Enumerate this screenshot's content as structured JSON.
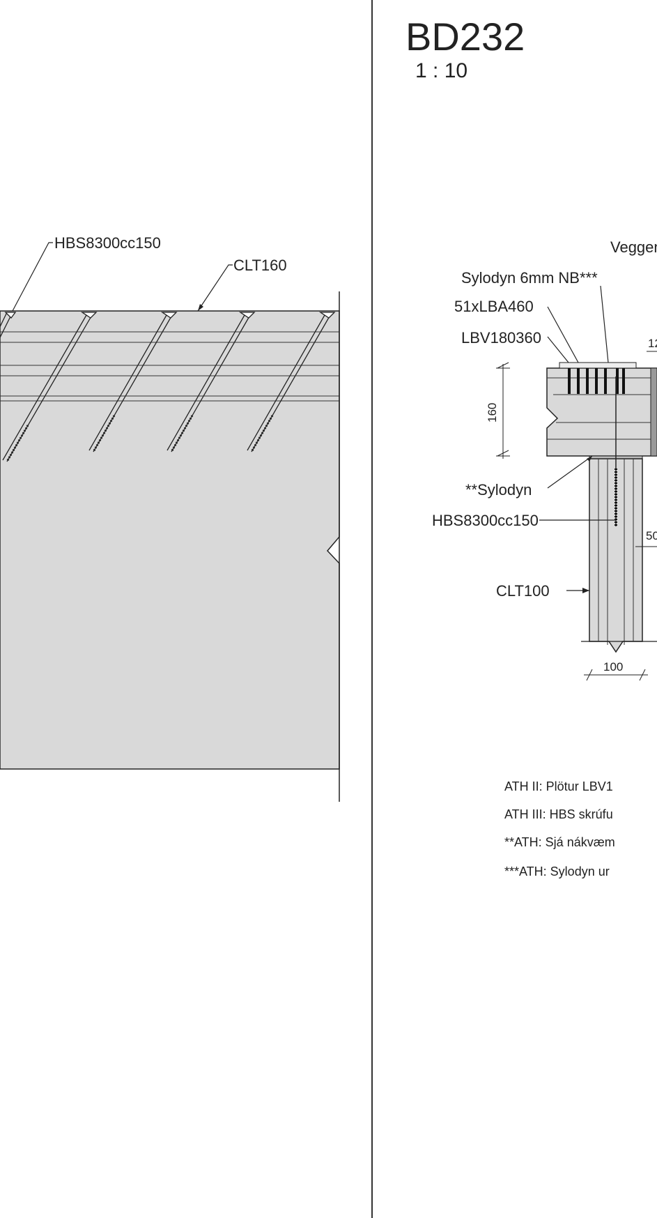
{
  "drawing": {
    "code": "BD232",
    "scale": "1 : 10"
  },
  "left_detail": {
    "labels": {
      "screw": "HBS8300cc150",
      "slab": "CLT160"
    }
  },
  "right_detail": {
    "labels": {
      "wall_note": "Veggen",
      "sylodyn_top": "Sylodyn 6mm NB***",
      "lba": "51xLBA460",
      "lbv": "LBV180360",
      "sylodyn_bottom": "**Sylodyn",
      "screw": "HBS8300cc150",
      "wall": "CLT100"
    },
    "dimensions": {
      "slab_thickness": "160",
      "wall_thickness": "100",
      "dim_12": "12",
      "dim_50": "50"
    }
  },
  "notes": [
    "ATH II: Plötur LBV1",
    "ATH III: HBS skrúfu",
    "**ATH: Sjá nákvæm",
    "***ATH: Sylodyn ur"
  ],
  "colors": {
    "fill": "#d9d9d9",
    "line": "#222222",
    "paper": "#ffffff"
  }
}
